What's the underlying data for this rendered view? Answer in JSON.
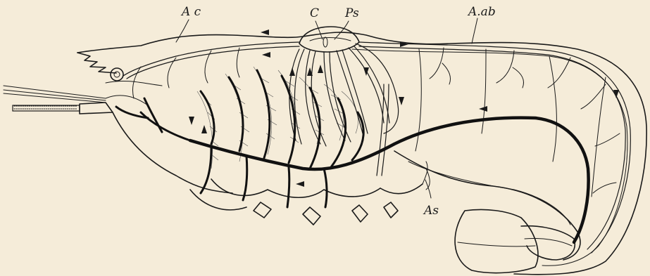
{
  "labels": {
    "ac": "A c",
    "c": "C",
    "ps": "Ps",
    "acb": "A.ab",
    "as": "As"
  },
  "colors": {
    "background": "#f5ecd9",
    "ink": "#1a1a1a"
  }
}
